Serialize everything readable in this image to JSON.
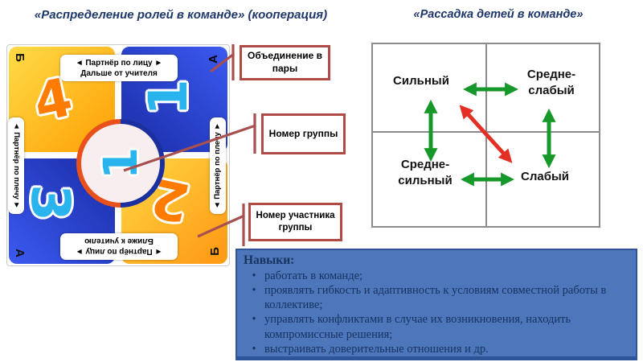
{
  "titles": {
    "left": "«Распределение ролей в команде» (кооперация)",
    "right": "«Рассадка детей в команде»"
  },
  "mat": {
    "quadrant_numbers": {
      "tl": "4",
      "tr": "1",
      "bl": "3",
      "br": "2"
    },
    "corner_letters": {
      "tl": "Б",
      "tr": "А",
      "bl": "А",
      "br": "Б"
    },
    "center_number": "1",
    "edge_labels": {
      "top_line1": "◄  Партнёр по лицу  ►",
      "top_line2": "Дальше от учителя",
      "bottom_line1": "◄  Партнёр по лицу  ►",
      "bottom_line2": "Ближе к учителю",
      "left": "◄ Партнёр по плечу ►",
      "right": "◄ Партнёр по плечу ►"
    }
  },
  "callouts": {
    "pairing": "Объединение в пары",
    "group_number": "Номер группы",
    "member_number": "Номер участника группы"
  },
  "seating_grid": {
    "cells": [
      {
        "label": "Сильный"
      },
      {
        "label": "Средне-\nслабый"
      },
      {
        "label": "Средне-\nсильный"
      },
      {
        "label": "Слабый"
      }
    ]
  },
  "skills": {
    "heading": "Навыки:",
    "items": [
      "работать в команде;",
      "проявлять гибкость и адаптивность к условиям совместной работы в коллективе;",
      "управлять конфликтами в случае их возникновения, находить компромиссные решения;",
      "выстраивать доверительные отношения и др."
    ]
  },
  "colors": {
    "title_navy": "#1e376b",
    "callout_red": "#b04a45",
    "green_arrow": "#17982a",
    "red_arrow": "#e42f24",
    "skills_bg": "#4d76bb",
    "skills_border": "#2e5597"
  }
}
